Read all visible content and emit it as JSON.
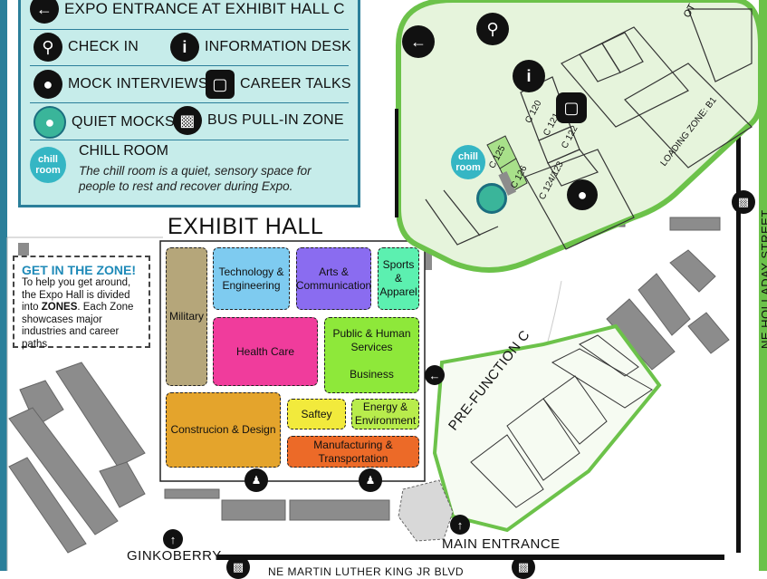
{
  "legend": {
    "title": "EXPO ENTRANCE AT EXHIBIT HALL C",
    "items": [
      {
        "label": "CHECK IN",
        "icon": "map-pin-icon"
      },
      {
        "label": "INFORMATION DESK",
        "icon": "info-icon"
      },
      {
        "label": "MOCK INTERVIEWS",
        "icon": "speech-bubble-icon"
      },
      {
        "label": "CAREER TALKS",
        "icon": "presentation-icon"
      },
      {
        "label": "QUIET MOCKS",
        "icon": "quiet-bubble-icon"
      },
      {
        "label": "BUS PULL-IN ZONE",
        "icon": "bus-icon"
      }
    ],
    "chill_title": "CHILL ROOM",
    "chill_desc": "The chill room is a quiet, sensory space for people to rest and recover during Expo.",
    "chill_badge_top": "chill",
    "chill_badge_bottom": "room"
  },
  "get_in_zone": {
    "title": "GET IN THE ZONE!",
    "body_pre": "To help you get around, the Expo Hall is divided into",
    "body_bold": "ZONES",
    "body_post": ". Each Zone showcases major industries and career paths"
  },
  "exhibit_hall": {
    "title": "EXHIBIT HALL",
    "zones": [
      {
        "key": "military",
        "label": "Military",
        "color": "#b5a67a"
      },
      {
        "key": "tech",
        "label": "Technology & Engineering",
        "color": "#7ecbf0"
      },
      {
        "key": "arts",
        "label": "Arts & Communication",
        "color": "#8a6cf0"
      },
      {
        "key": "sports",
        "label": "Sports & Apparel",
        "color": "#5cf0b0"
      },
      {
        "key": "health",
        "label": "Health Care",
        "color": "#f03c9c"
      },
      {
        "key": "public_top",
        "label": "Public & Human Services",
        "color": "#8ee83a"
      },
      {
        "key": "public_bottom",
        "label": "Business",
        "color": "#8ee83a"
      },
      {
        "key": "construction",
        "label": "Construcion & Design",
        "color": "#e4a42c"
      },
      {
        "key": "safety",
        "label": "Saftey",
        "color": "#f2ea3c"
      },
      {
        "key": "energy",
        "label": "Energy & Environment",
        "color": "#b8ec4c"
      },
      {
        "key": "manufacturing",
        "label": "Manufacturing & Transportation",
        "color": "#ec6a28"
      }
    ]
  },
  "inset": {
    "rooms": [
      "C 120",
      "C 121",
      "C 122",
      "C 125",
      "C 126",
      "C 124/123"
    ],
    "loading_zone": "LOADING ZONE: B1",
    "corner_text": "OT"
  },
  "labels": {
    "pre_function": "PRE-FUNCTION C",
    "main_entrance": "MAIN ENTRANCE",
    "holladay": "NE HOLLADAY STREET",
    "ginkoberry": "GINKOBERRY",
    "bottom_street": "NE MARTIN LUTHER KING JR BLVD"
  },
  "colors": {
    "legend_bg": "#c6ecea",
    "legend_border": "#2b7f9a",
    "inset_bg": "#e6f4dc",
    "inset_border": "#6cc24a",
    "chill": "#35b6c4",
    "quiet": "#3ab59a",
    "building": "#8c8c8c"
  }
}
